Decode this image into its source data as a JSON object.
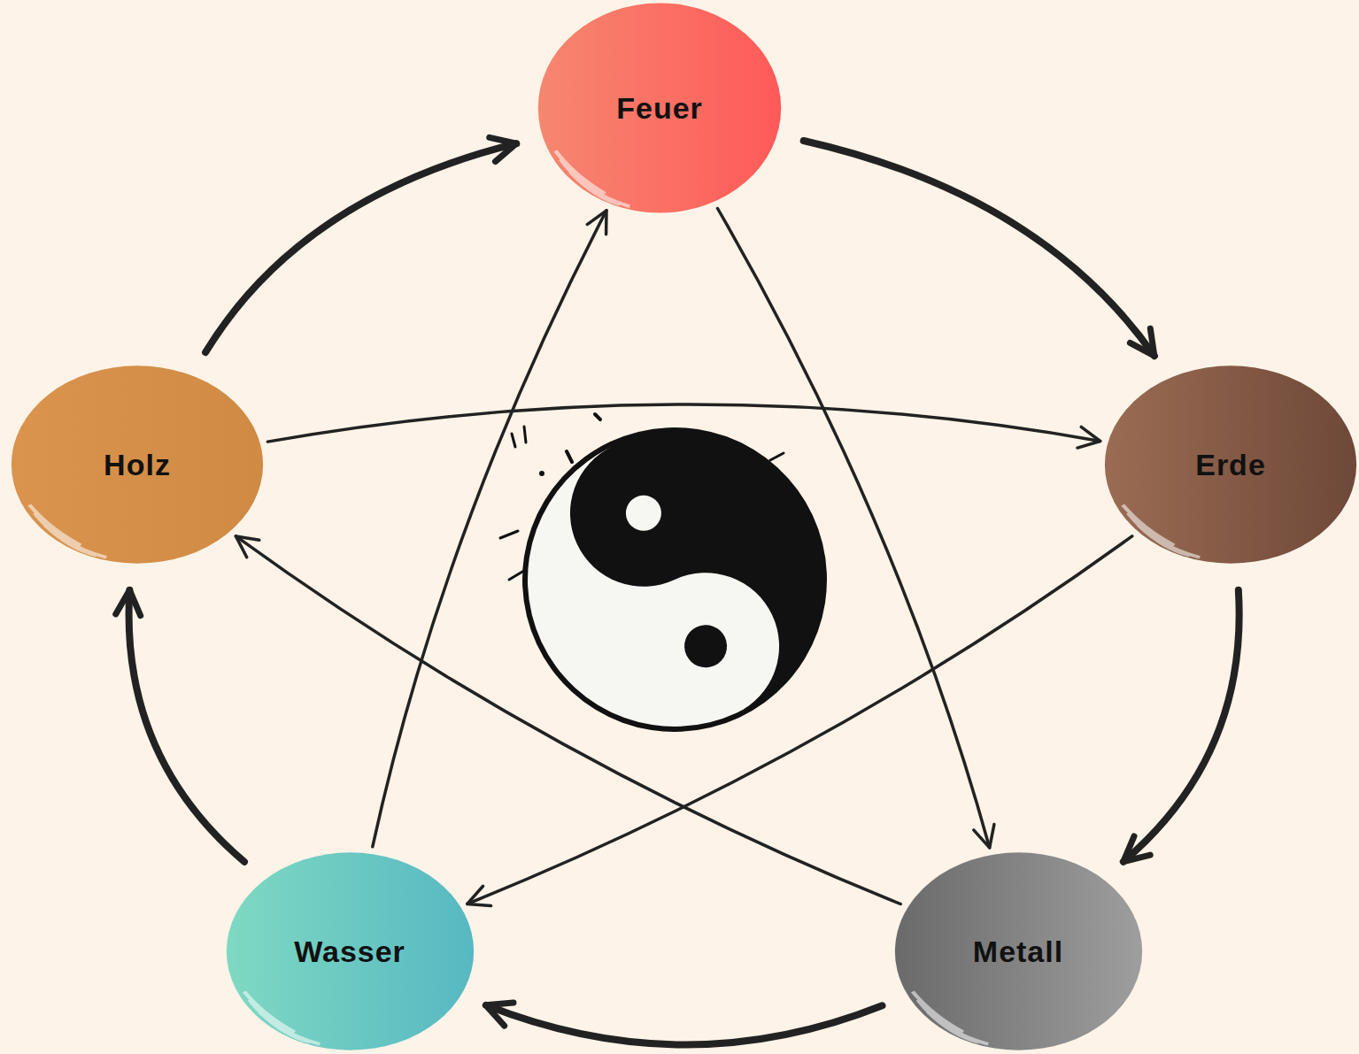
{
  "diagram": {
    "nodes": [
      {
        "text": [
          "Feuer"
        ]
      },
      {
        "text": [
          "Erde"
        ]
      },
      {
        "text": [
          "Metall"
        ]
      },
      {
        "text": [
          "Wasser"
        ]
      },
      {
        "text": [
          "Holz"
        ]
      }
    ],
    "edges": [
      {
        "from": 0,
        "to": 1,
        "arrow": "to"
      },
      {
        "from": 1,
        "to": 2,
        "arrow": "to"
      },
      {
        "from": 2,
        "to": 3,
        "arrow": "to"
      },
      {
        "from": 3,
        "to": 4,
        "arrow": "to"
      },
      {
        "from": 4,
        "to": 0,
        "arrow": "to"
      },
      {
        "from": 4,
        "to": 1,
        "arrow": "to"
      },
      {
        "from": 1,
        "to": 3,
        "arrow": "to"
      },
      {
        "from": 3,
        "to": 0,
        "arrow": "to"
      },
      {
        "from": 0,
        "to": 2,
        "arrow": "to"
      },
      {
        "from": 2,
        "to": 4,
        "arrow": "to"
      }
    ]
  }
}
